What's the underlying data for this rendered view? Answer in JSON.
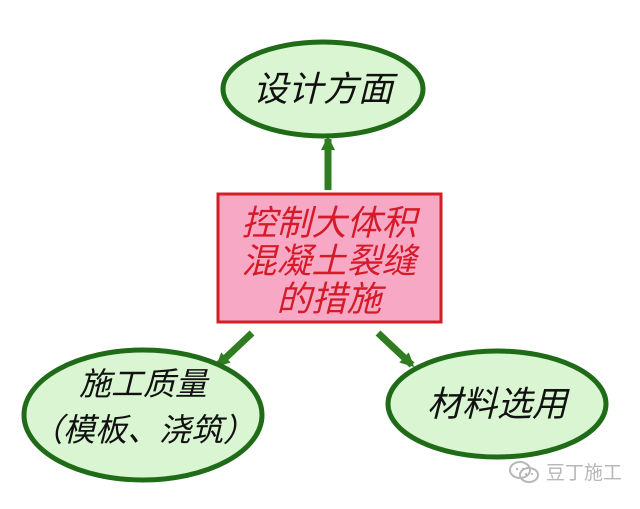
{
  "diagram": {
    "center": [
      "控制大体积",
      "混凝土裂缝",
      "的措施"
    ],
    "top": "设计方面",
    "left": [
      "施工质量",
      "（模板、浇筑）"
    ],
    "right": "材料选用"
  },
  "watermark": {
    "text": "豆丁施工",
    "icon": "wechat-icon"
  },
  "colors": {
    "ellipse_fill": "#d9f5d1",
    "ellipse_stroke": "#1f6b18",
    "box_fill": "#f7a8c5",
    "box_stroke": "#d11f28",
    "text_color": "#d51b2a",
    "node_text_color": "#111111",
    "arrow": "#2f7d20"
  }
}
